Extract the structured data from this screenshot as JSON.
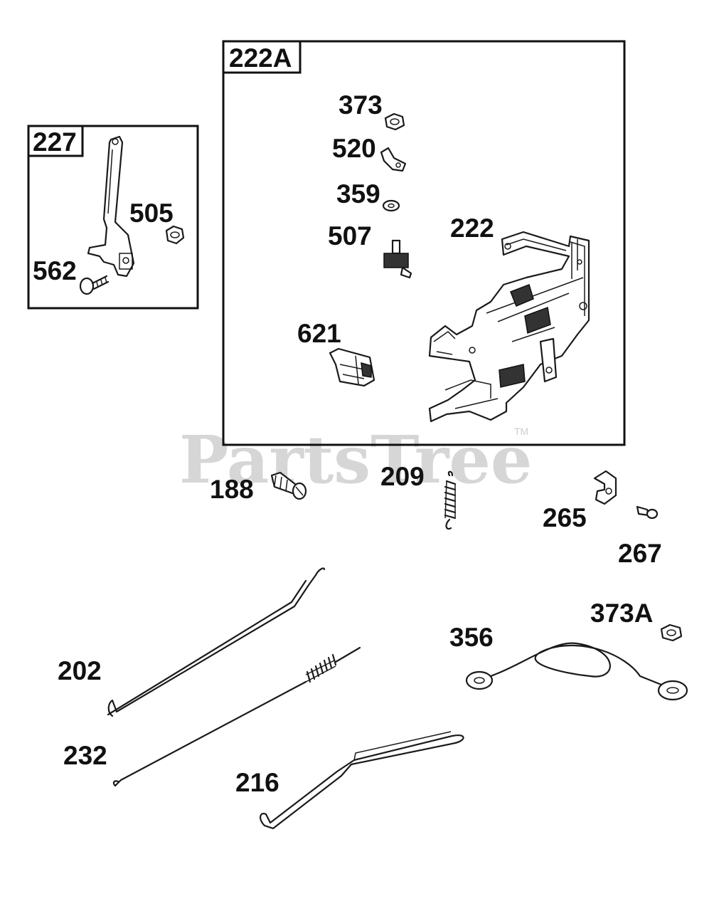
{
  "watermark": "PartsTree",
  "watermark_mark": "TM",
  "boxes": [
    {
      "id": "box-227",
      "label": "227"
    },
    {
      "id": "box-222A",
      "label": "222A"
    }
  ],
  "labels": {
    "p373": "373",
    "p520": "520",
    "p359": "359",
    "p507": "507",
    "p222": "222",
    "p621": "621",
    "p505": "505",
    "p562": "562",
    "p188": "188",
    "p209": "209",
    "p265": "265",
    "p267": "267",
    "p373A": "373A",
    "p356": "356",
    "p202": "202",
    "p232": "232",
    "p216": "216"
  }
}
